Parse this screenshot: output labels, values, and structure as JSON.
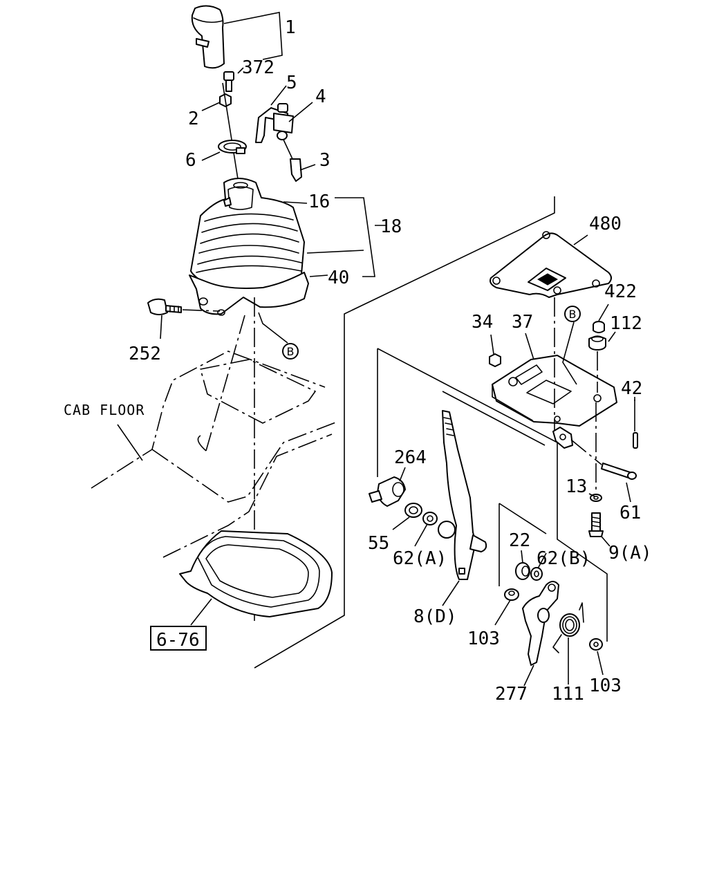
{
  "diagram": {
    "callouts": {
      "p1": "1",
      "p372": "372",
      "p5": "5",
      "p4": "4",
      "p2": "2",
      "p6": "6",
      "p3": "3",
      "p16": "16",
      "p18": "18",
      "p40": "40",
      "p252": "252",
      "p480": "480",
      "p422": "422",
      "p112": "112",
      "p34": "34",
      "p37": "37",
      "p42": "42",
      "p264": "264",
      "p13": "13",
      "p61": "61",
      "p55": "55",
      "p62a": "62(A)",
      "p22": "22",
      "p62b": "62(B)",
      "p9a": "9(A)",
      "p8d": "8(D)",
      "p103a": "103",
      "p277": "277",
      "p111": "111",
      "p103b": "103"
    },
    "ref_marks": {
      "b1": "B",
      "b2": "B"
    },
    "cab_floor_label": "CAB FLOOR",
    "page_ref": "6-76"
  }
}
